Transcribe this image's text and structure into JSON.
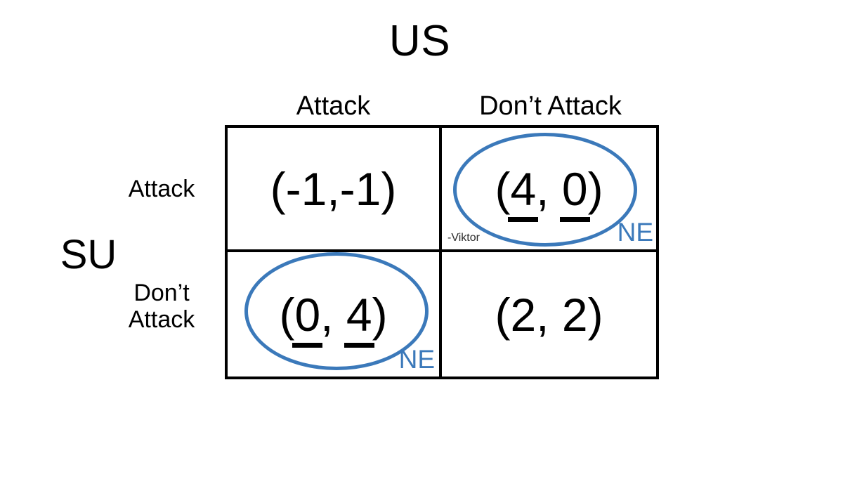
{
  "game": {
    "column_player": "US",
    "row_player": "SU",
    "column_strategies": [
      "Attack",
      "Don’t Attack"
    ],
    "row_strategies": [
      "Attack",
      "Don’t Attack"
    ],
    "row_strategy_lines": [
      [
        "Attack"
      ],
      [
        "Don’t",
        "Attack"
      ]
    ],
    "accent_color": "#3b79ba",
    "border_color": "#000000",
    "cells": [
      {
        "id": "attack-attack",
        "row": "Attack",
        "column": "Attack",
        "payoff_text": "(-1,-1)",
        "row_payoff": "-1",
        "column_payoff": "-1",
        "row_payoff_underlined": false,
        "column_payoff_underlined": false,
        "nash_equilibrium": false,
        "ne_label": ""
      },
      {
        "id": "attack-dont-attack",
        "row": "Attack",
        "column": "Don’t Attack",
        "payoff_text": "(4, 0)",
        "row_payoff": "4",
        "column_payoff": "0",
        "row_payoff_underlined": true,
        "column_payoff_underlined": true,
        "nash_equilibrium": true,
        "ne_label": "NE",
        "annotation": "-Viktor"
      },
      {
        "id": "dont-attack-attack",
        "row": "Don’t Attack",
        "column": "Attack",
        "payoff_text": "(0, 4)",
        "row_payoff": "0",
        "column_payoff": "4",
        "row_payoff_underlined": true,
        "column_payoff_underlined": true,
        "nash_equilibrium": true,
        "ne_label": "NE"
      },
      {
        "id": "dont-attack-dont-attack",
        "row": "Don’t Attack",
        "column": "Don’t Attack",
        "payoff_text": "(2, 2)",
        "row_payoff": "2",
        "column_payoff": "2",
        "row_payoff_underlined": false,
        "column_payoff_underlined": false,
        "nash_equilibrium": false,
        "ne_label": ""
      }
    ],
    "tokens": {
      "open_paren": "(",
      "close_paren": ")",
      "comma_tight": ",",
      "comma_spaced": ", "
    }
  }
}
